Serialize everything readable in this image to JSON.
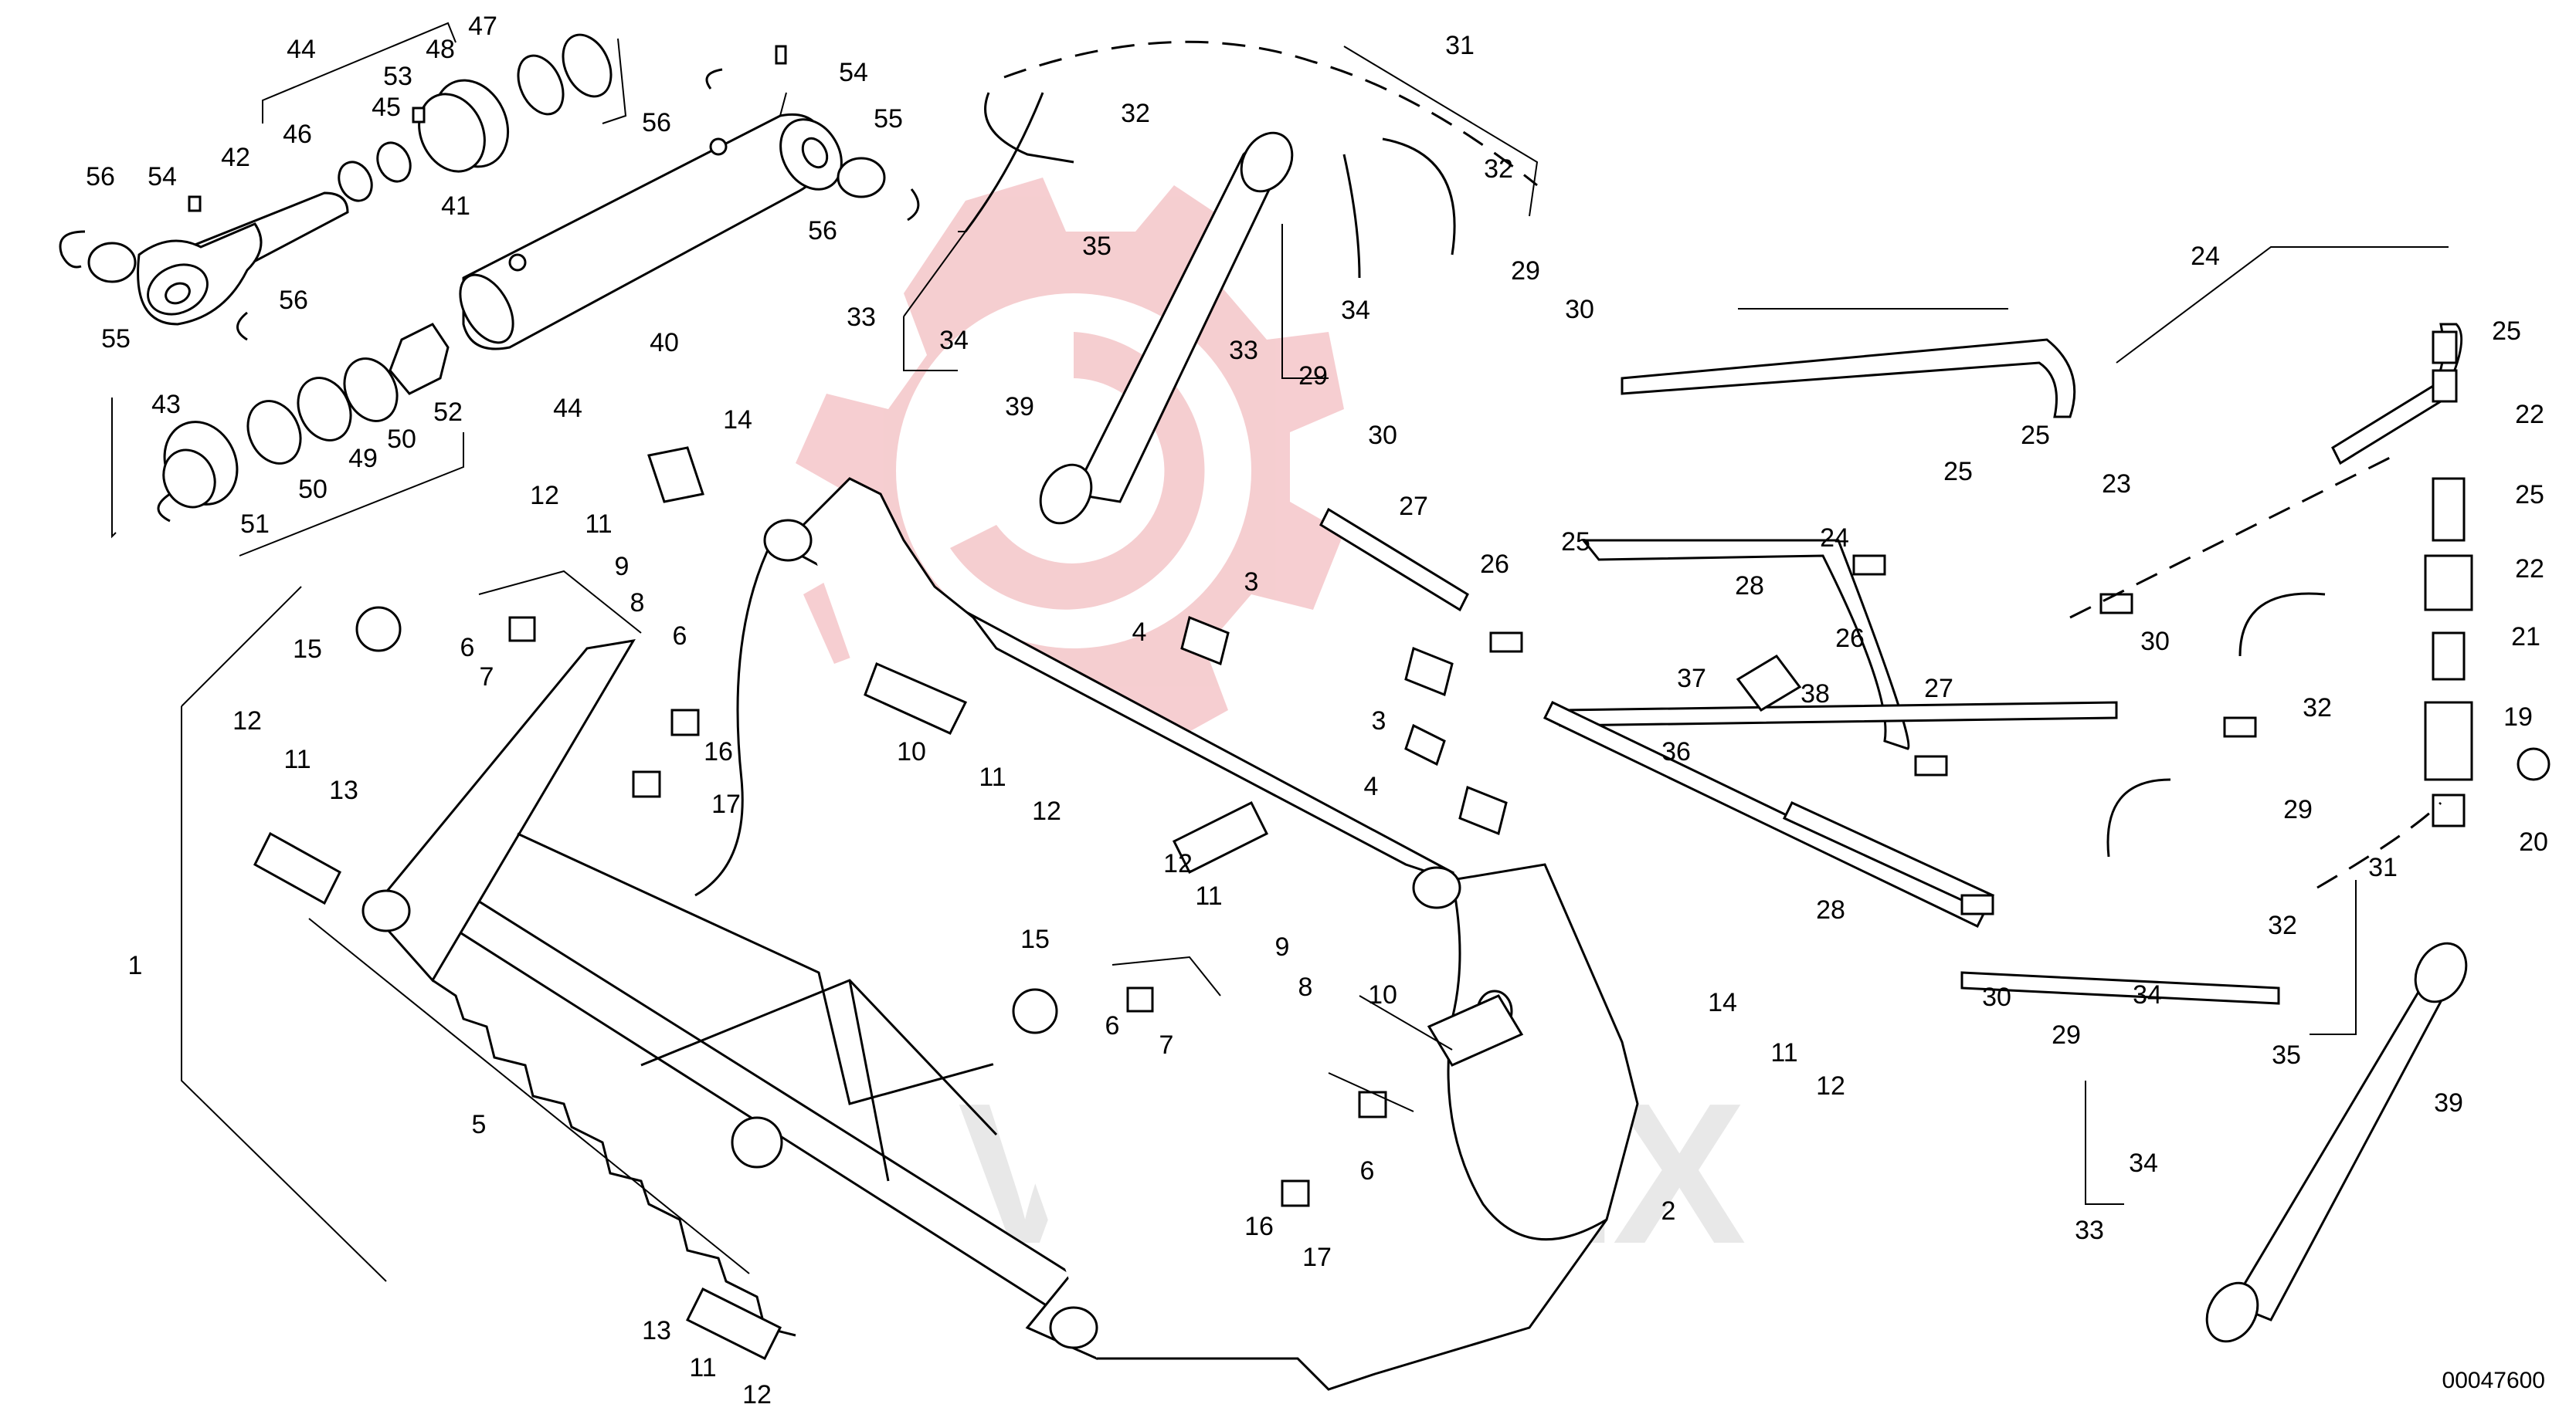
{
  "diagram": {
    "document_number": "00047600",
    "watermark": {
      "brand": "VOLTEX",
      "gear_color": "#f5c9cc",
      "text_color": "#e6e6e6"
    },
    "callouts": [
      {
        "id": "c1",
        "label": "1"
      },
      {
        "id": "c2",
        "label": "2"
      },
      {
        "id": "c3a",
        "label": "3"
      },
      {
        "id": "c3b",
        "label": "3"
      },
      {
        "id": "c4a",
        "label": "4"
      },
      {
        "id": "c4b",
        "label": "4"
      },
      {
        "id": "c5",
        "label": "5"
      },
      {
        "id": "c6a",
        "label": "6"
      },
      {
        "id": "c6b",
        "label": "6"
      },
      {
        "id": "c6c",
        "label": "6"
      },
      {
        "id": "c6d",
        "label": "6"
      },
      {
        "id": "c7a",
        "label": "7"
      },
      {
        "id": "c7b",
        "label": "7"
      },
      {
        "id": "c8a",
        "label": "8"
      },
      {
        "id": "c8b",
        "label": "8"
      },
      {
        "id": "c9a",
        "label": "9"
      },
      {
        "id": "c9b",
        "label": "9"
      },
      {
        "id": "c10a",
        "label": "10"
      },
      {
        "id": "c10b",
        "label": "10"
      },
      {
        "id": "c11a",
        "label": "11"
      },
      {
        "id": "c11b",
        "label": "11"
      },
      {
        "id": "c11c",
        "label": "11"
      },
      {
        "id": "c11d",
        "label": "11"
      },
      {
        "id": "c11e",
        "label": "11"
      },
      {
        "id": "c11f",
        "label": "11"
      },
      {
        "id": "c12a",
        "label": "12"
      },
      {
        "id": "c12b",
        "label": "12"
      },
      {
        "id": "c12c",
        "label": "12"
      },
      {
        "id": "c12d",
        "label": "12"
      },
      {
        "id": "c12e",
        "label": "12"
      },
      {
        "id": "c12f",
        "label": "12"
      },
      {
        "id": "c13a",
        "label": "13"
      },
      {
        "id": "c13b",
        "label": "13"
      },
      {
        "id": "c14a",
        "label": "14"
      },
      {
        "id": "c14b",
        "label": "14"
      },
      {
        "id": "c15a",
        "label": "15"
      },
      {
        "id": "c15b",
        "label": "15"
      },
      {
        "id": "c16a",
        "label": "16"
      },
      {
        "id": "c16b",
        "label": "16"
      },
      {
        "id": "c17a",
        "label": "17"
      },
      {
        "id": "c17b",
        "label": "17"
      },
      {
        "id": "c19",
        "label": "19"
      },
      {
        "id": "c20",
        "label": "20"
      },
      {
        "id": "c21",
        "label": "21"
      },
      {
        "id": "c22a",
        "label": "22"
      },
      {
        "id": "c22b",
        "label": "22"
      },
      {
        "id": "c23",
        "label": "23"
      },
      {
        "id": "c24a",
        "label": "24"
      },
      {
        "id": "c24b",
        "label": "24"
      },
      {
        "id": "c25a",
        "label": "25"
      },
      {
        "id": "c25b",
        "label": "25"
      },
      {
        "id": "c25c",
        "label": "25"
      },
      {
        "id": "c25d",
        "label": "25"
      },
      {
        "id": "c25e",
        "label": "25"
      },
      {
        "id": "c26a",
        "label": "26"
      },
      {
        "id": "c26b",
        "label": "26"
      },
      {
        "id": "c27a",
        "label": "27"
      },
      {
        "id": "c27b",
        "label": "27"
      },
      {
        "id": "c28a",
        "label": "28"
      },
      {
        "id": "c28b",
        "label": "28"
      },
      {
        "id": "c29a",
        "label": "29"
      },
      {
        "id": "c29b",
        "label": "29"
      },
      {
        "id": "c29c",
        "label": "29"
      },
      {
        "id": "c29d",
        "label": "29"
      },
      {
        "id": "c30a",
        "label": "30"
      },
      {
        "id": "c30b",
        "label": "30"
      },
      {
        "id": "c30c",
        "label": "30"
      },
      {
        "id": "c30d",
        "label": "30"
      },
      {
        "id": "c31a",
        "label": "31"
      },
      {
        "id": "c31b",
        "label": "31"
      },
      {
        "id": "c32a",
        "label": "32"
      },
      {
        "id": "c32b",
        "label": "32"
      },
      {
        "id": "c32c",
        "label": "32"
      },
      {
        "id": "c32d",
        "label": "32"
      },
      {
        "id": "c33a",
        "label": "33"
      },
      {
        "id": "c33b",
        "label": "33"
      },
      {
        "id": "c33c",
        "label": "33"
      },
      {
        "id": "c34a",
        "label": "34"
      },
      {
        "id": "c34b",
        "label": "34"
      },
      {
        "id": "c34c",
        "label": "34"
      },
      {
        "id": "c34d",
        "label": "34"
      },
      {
        "id": "c35a",
        "label": "35"
      },
      {
        "id": "c35b",
        "label": "35"
      },
      {
        "id": "c36",
        "label": "36"
      },
      {
        "id": "c37",
        "label": "37"
      },
      {
        "id": "c38",
        "label": "38"
      },
      {
        "id": "c39a",
        "label": "39"
      },
      {
        "id": "c39b",
        "label": "39"
      },
      {
        "id": "c40",
        "label": "40"
      },
      {
        "id": "c41",
        "label": "41"
      },
      {
        "id": "c42",
        "label": "42"
      },
      {
        "id": "c43",
        "label": "43"
      },
      {
        "id": "c44a",
        "label": "44"
      },
      {
        "id": "c44b",
        "label": "44"
      },
      {
        "id": "c45",
        "label": "45"
      },
      {
        "id": "c46",
        "label": "46"
      },
      {
        "id": "c47",
        "label": "47"
      },
      {
        "id": "c48",
        "label": "48"
      },
      {
        "id": "c49",
        "label": "49"
      },
      {
        "id": "c50a",
        "label": "50"
      },
      {
        "id": "c50b",
        "label": "50"
      },
      {
        "id": "c51",
        "label": "51"
      },
      {
        "id": "c52",
        "label": "52"
      },
      {
        "id": "c53",
        "label": "53"
      },
      {
        "id": "c54a",
        "label": "54"
      },
      {
        "id": "c54b",
        "label": "54"
      },
      {
        "id": "c55a",
        "label": "55"
      },
      {
        "id": "c55b",
        "label": "55"
      },
      {
        "id": "c56a",
        "label": "56"
      },
      {
        "id": "c56b",
        "label": "56"
      },
      {
        "id": "c56c",
        "label": "56"
      },
      {
        "id": "c56d",
        "label": "56"
      }
    ]
  }
}
